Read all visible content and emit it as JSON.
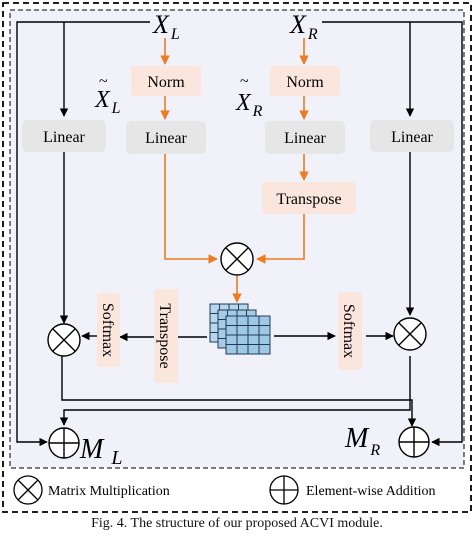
{
  "diagram": {
    "inputs": {
      "left": {
        "symbol": "X",
        "subscript": "L"
      },
      "right": {
        "symbol": "X",
        "subscript": "R"
      },
      "left_norm": {
        "symbol": "X",
        "accent": "~",
        "subscript": "L"
      },
      "right_norm": {
        "symbol": "X",
        "accent": "~",
        "subscript": "R"
      }
    },
    "blocks": {
      "norm_left": "Norm",
      "norm_right": "Norm",
      "linear_left_outer": "Linear",
      "linear_left_inner": "Linear",
      "linear_right_inner": "Linear",
      "linear_right_outer": "Linear",
      "transpose_right": "Transpose",
      "transpose_left": "Transpose",
      "softmax_left": "Softmax",
      "softmax_right": "Softmax"
    },
    "outputs": {
      "left": {
        "symbol": "M",
        "subscript": "L"
      },
      "right": {
        "symbol": "M",
        "subscript": "R"
      }
    },
    "legend": {
      "matmul": "Matrix Multiplication",
      "add": "Element-wise Addition"
    },
    "colors": {
      "orange_arrow": "#f07a1f",
      "linear_box": "#e6e6e6",
      "pink_box": "#fbe6de",
      "panel_bg": "#f1f1fa",
      "matrix_fill": "#9fc7e6"
    }
  },
  "caption": "Fig. 4.  The structure of our proposed ACVI module."
}
